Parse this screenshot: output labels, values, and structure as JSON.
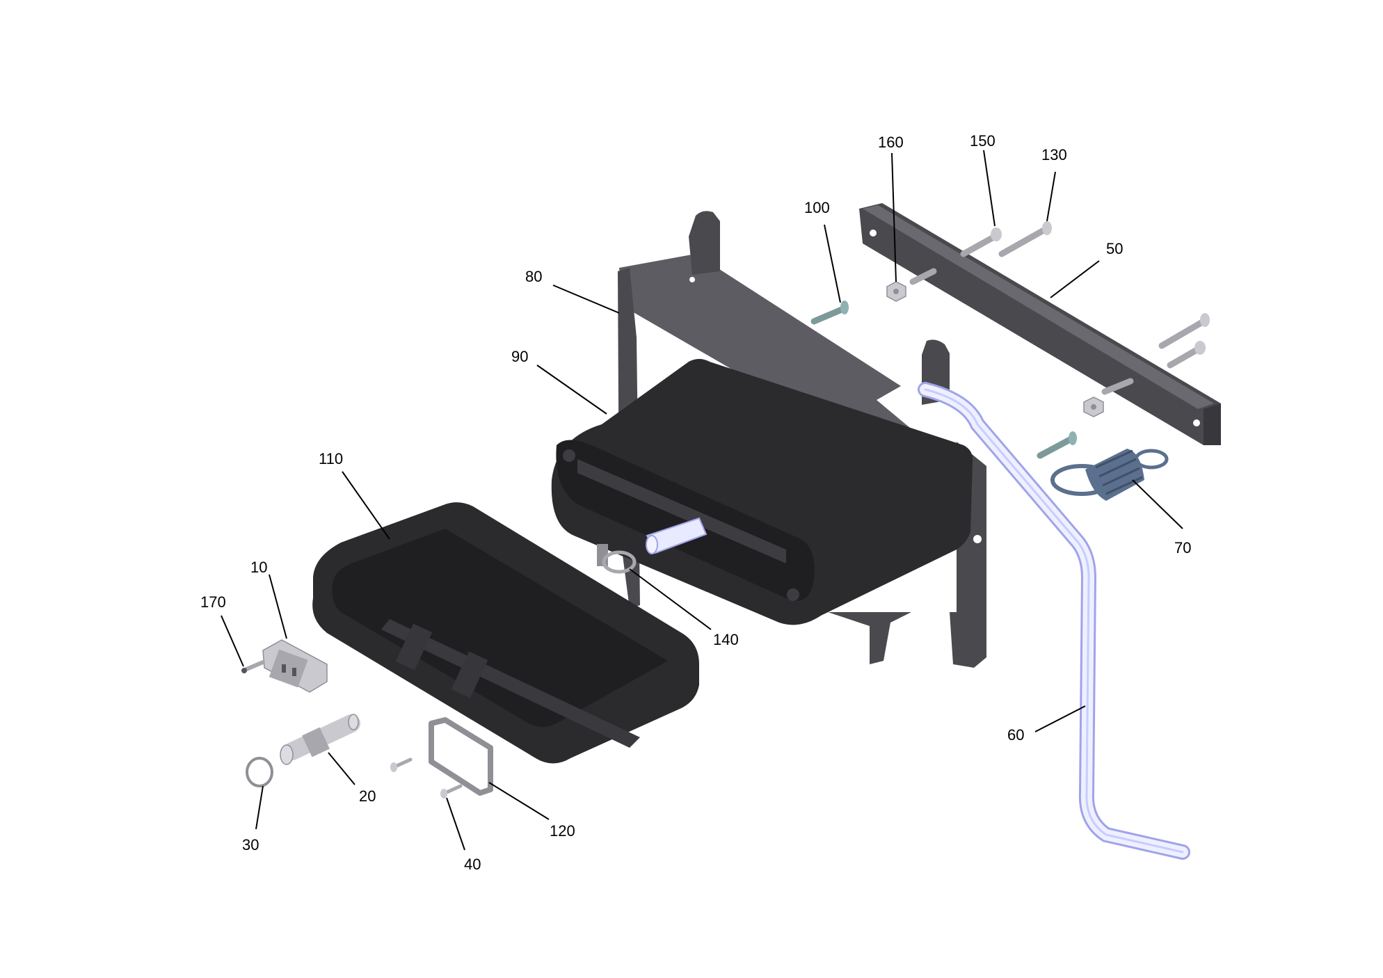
{
  "diagram": {
    "type": "exploded-parts-view",
    "colors": {
      "part_dark": "#2b2a2d",
      "part_mid": "#4a494e",
      "part_light": "#5d5c62",
      "metal_light": "#c9c9cf",
      "metal_mid": "#a7a7ad",
      "screw_green": "#7c9a9a",
      "hose": "#d9dcff",
      "hose_edge": "#9fa4e8",
      "spring_blue": "#5b6f8e",
      "line": "#000000"
    },
    "labels": {
      "p10": "10",
      "p20": "20",
      "p30": "30",
      "p40": "40",
      "p50": "50",
      "p60": "60",
      "p70": "70",
      "p80": "80",
      "p90": "90",
      "p100": "100",
      "p110": "110",
      "p120": "120",
      "p130": "130",
      "p140": "140",
      "p150": "150",
      "p160": "160",
      "p170": "170"
    }
  }
}
